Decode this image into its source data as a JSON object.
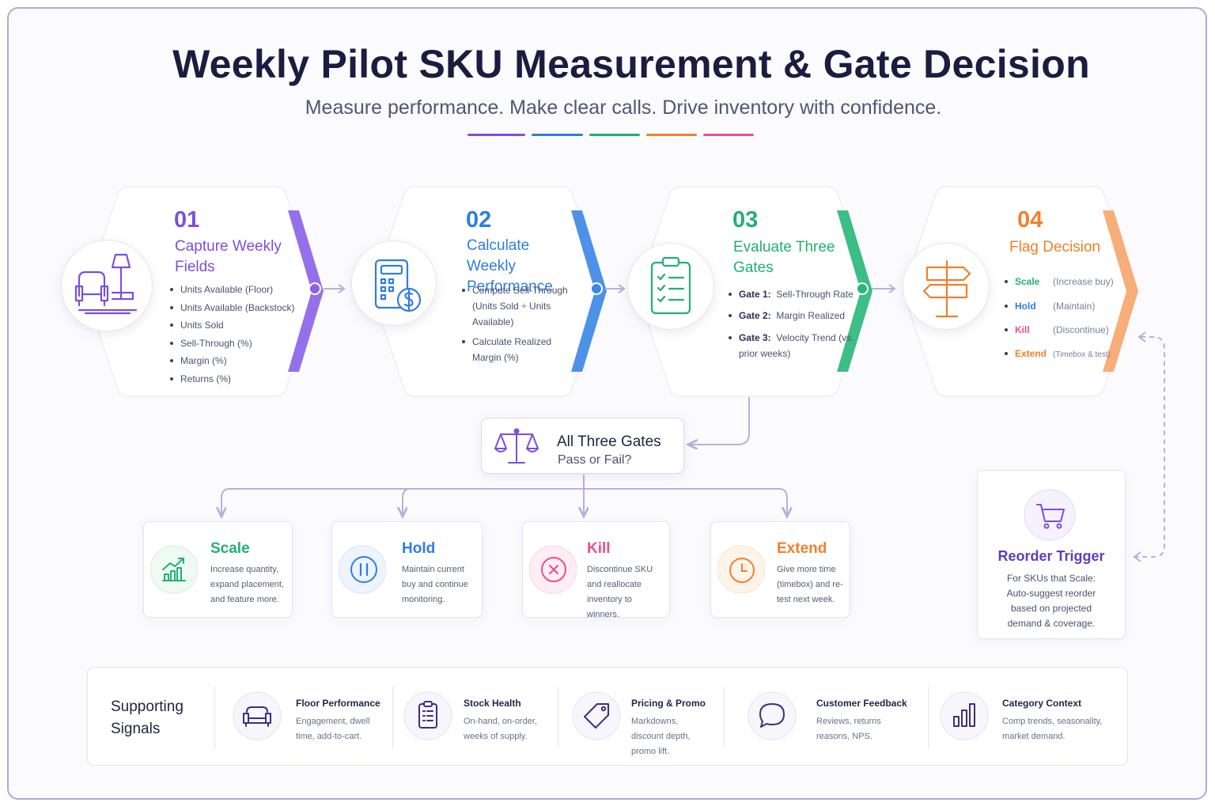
{
  "header": {
    "title": "Weekly Pilot SKU Measurement & Gate Decision",
    "subtitle": "Measure performance. Make clear calls. Drive inventory with confidence."
  },
  "colors": {
    "purple": "#7b4fe0",
    "blue": "#2f7de1",
    "green": "#22b073",
    "orange": "#f0802a",
    "pink": "#ec4f86",
    "navy": "#1a1d40"
  },
  "steps": [
    {
      "number": "01",
      "title": "Capture Weekly Fields",
      "icon": "armchair-lamp-icon",
      "items": [
        {
          "text": "Units Available (Floor)"
        },
        {
          "text": "Units Available (Backstock)"
        },
        {
          "text": "Units Sold"
        },
        {
          "text": "Sell-Through (%)"
        },
        {
          "text": "Margin (%)"
        },
        {
          "text": "Returns (%)"
        }
      ]
    },
    {
      "number": "02",
      "title": "Calculate Weekly Performance",
      "icon": "calculator-dollar-icon",
      "items": [
        {
          "text": "Compute Sell-Through (Units Sold ÷ Units Available)"
        },
        {
          "text": "Calculate Realized Margin (%)"
        }
      ]
    },
    {
      "number": "03",
      "title": "Evaluate Three Gates",
      "icon": "clipboard-checklist-icon",
      "items": [
        {
          "key": "Gate 1:",
          "text": "Sell-Through Rate"
        },
        {
          "key": "Gate 2:",
          "text": "Margin Realized"
        },
        {
          "key": "Gate 3:",
          "text": "Velocity Trend (vs. prior weeks)"
        }
      ]
    },
    {
      "number": "04",
      "title": "Flag Decision",
      "icon": "signpost-icon",
      "items": [
        {
          "key": "Scale",
          "text": "(Increase buy)"
        },
        {
          "key": "Hold",
          "text": "(Maintain)"
        },
        {
          "key": "Kill",
          "text": "(Discontinue)"
        },
        {
          "key": "Extend",
          "text": "(Timebox & test)"
        }
      ]
    }
  ],
  "decision": {
    "title": "All Three Gates",
    "subtitle": "Pass or Fail?",
    "icon": "balance-scale-icon"
  },
  "outcomes": [
    {
      "title": "Scale",
      "description": "Increase quantity, expand placement, and feature more.",
      "icon": "growth-chart-icon"
    },
    {
      "title": "Hold",
      "description": "Maintain current buy and continue monitoring.",
      "icon": "pause-icon"
    },
    {
      "title": "Kill",
      "description": "Discontinue SKU and reallocate inventory to winners.",
      "icon": "x-circle-icon"
    },
    {
      "title": "Extend",
      "description": "Give more time (timebox) and re-test next week.",
      "icon": "clock-icon"
    }
  ],
  "reorder": {
    "title": "Reorder Trigger",
    "description": "For SKUs that Scale: Auto-suggest reorder based on projected demand & coverage.",
    "icon": "shopping-cart-icon"
  },
  "signals": {
    "label": "Supporting Signals",
    "items": [
      {
        "title": "Floor Performance",
        "description": "Engagement, dwell time, add-to-cart.",
        "icon": "sofa-icon"
      },
      {
        "title": "Stock Health",
        "description": "On-hand, on-order, weeks of supply.",
        "icon": "clipboard-list-icon"
      },
      {
        "title": "Pricing & Promo",
        "description": "Markdowns, discount depth, promo lift.",
        "icon": "price-tag-icon"
      },
      {
        "title": "Customer Feedback",
        "description": "Reviews, returns reasons, NPS.",
        "icon": "speech-bubble-icon"
      },
      {
        "title": "Category Context",
        "description": "Comp trends, seasonality, market demand.",
        "icon": "bar-chart-icon"
      }
    ]
  }
}
